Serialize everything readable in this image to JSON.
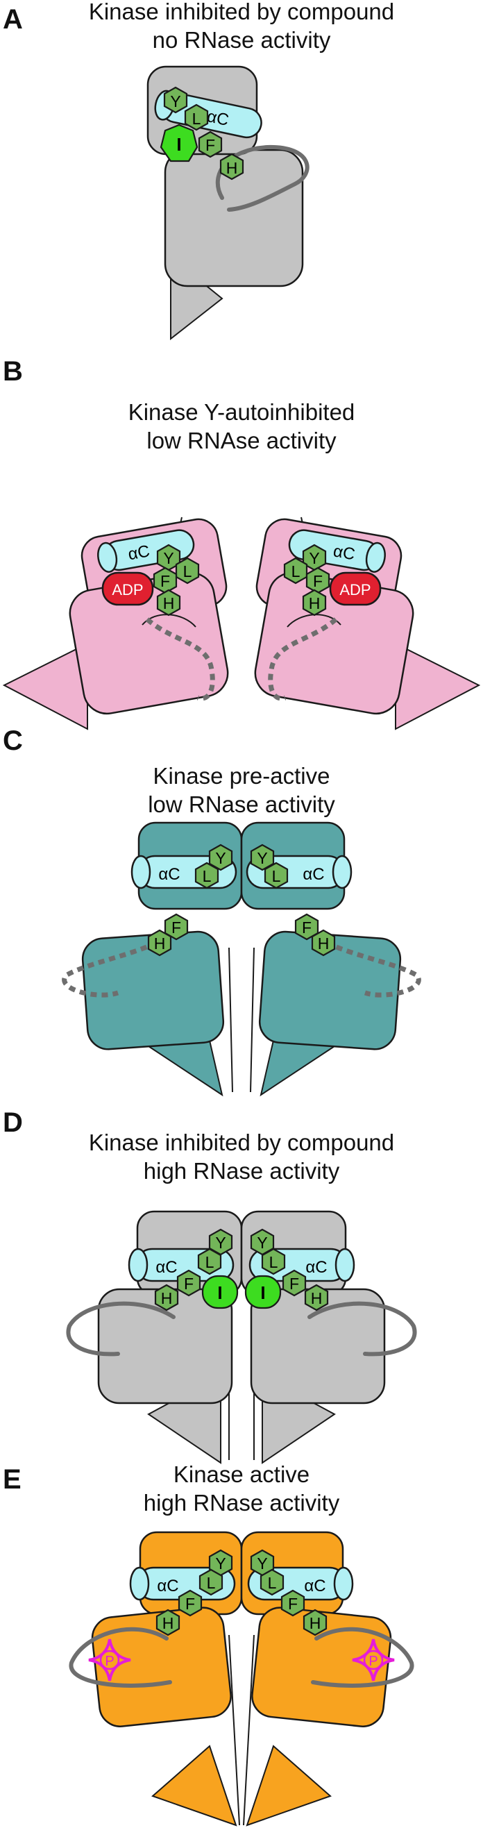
{
  "colors": {
    "grey": "#c3c3c3",
    "pink": "#f0b3d0",
    "teal": "#5aa6a6",
    "orange": "#f8a31f",
    "helix": "#b2f0f4",
    "residue": "#73b559",
    "inhibitor": "#3ddc20",
    "adp": "#e02030",
    "phospho": "#e51dd9",
    "loop": "#6e6e6e"
  },
  "labels": {
    "helix": "αC",
    "adp": "ADP",
    "inhibitor": "I",
    "phospho": "P",
    "residue_Y": "Y",
    "residue_L": "L",
    "residue_F": "F",
    "residue_H": "H"
  },
  "panels": [
    {
      "id": "A",
      "line1": "Kinase inhibited by compound",
      "line2": "no RNase activity"
    },
    {
      "id": "B",
      "line1": "Kinase Y-autoinhibited",
      "line2": "low RNAse activity"
    },
    {
      "id": "C",
      "line1": "Kinase pre-active",
      "line2": "low RNase activity"
    },
    {
      "id": "D",
      "line1": "Kinase inhibited by compound",
      "line2": "high RNase activity"
    },
    {
      "id": "E",
      "line1": "Kinase active",
      "line2": "high RNase activity"
    }
  ]
}
